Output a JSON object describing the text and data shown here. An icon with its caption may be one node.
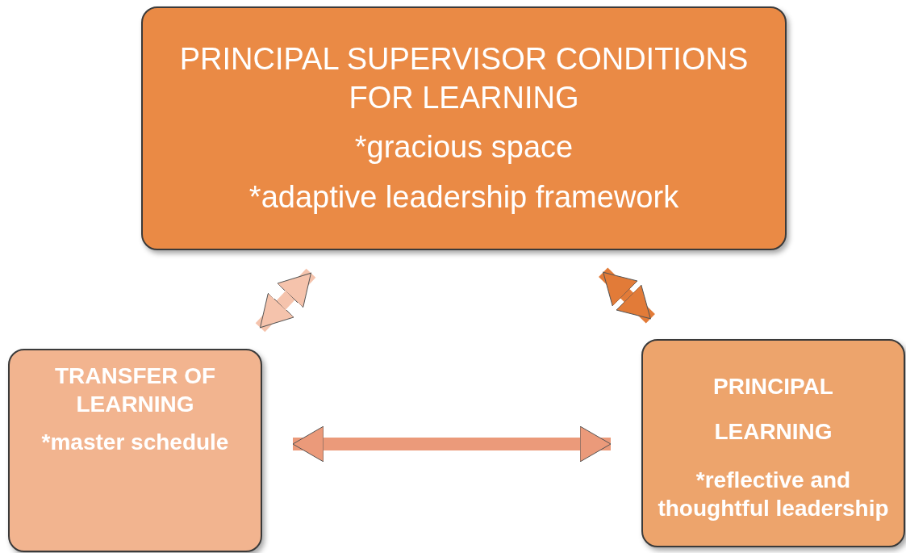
{
  "diagram": {
    "nodes": [
      {
        "text": [
          "PRINCIPAL SUPERVISOR CONDITIONS FOR LEARNING",
          "*gracious space",
          "*adaptive leadership framework"
        ]
      },
      {
        "text": [
          "TRANSFER OF LEARNING",
          "*master schedule"
        ]
      },
      {
        "text": [
          "PRINCIPAL LEARNING",
          "*reflective and thoughtful leadership"
        ]
      }
    ],
    "edges": [
      {
        "from": 0,
        "to": 1,
        "arrow": "both",
        "color": "#f5c3ac"
      },
      {
        "from": 0,
        "to": 2,
        "arrow": "both",
        "color": "#e27b38"
      },
      {
        "from": 1,
        "to": 2,
        "arrow": "both",
        "color": "#eb9a7a"
      }
    ]
  }
}
